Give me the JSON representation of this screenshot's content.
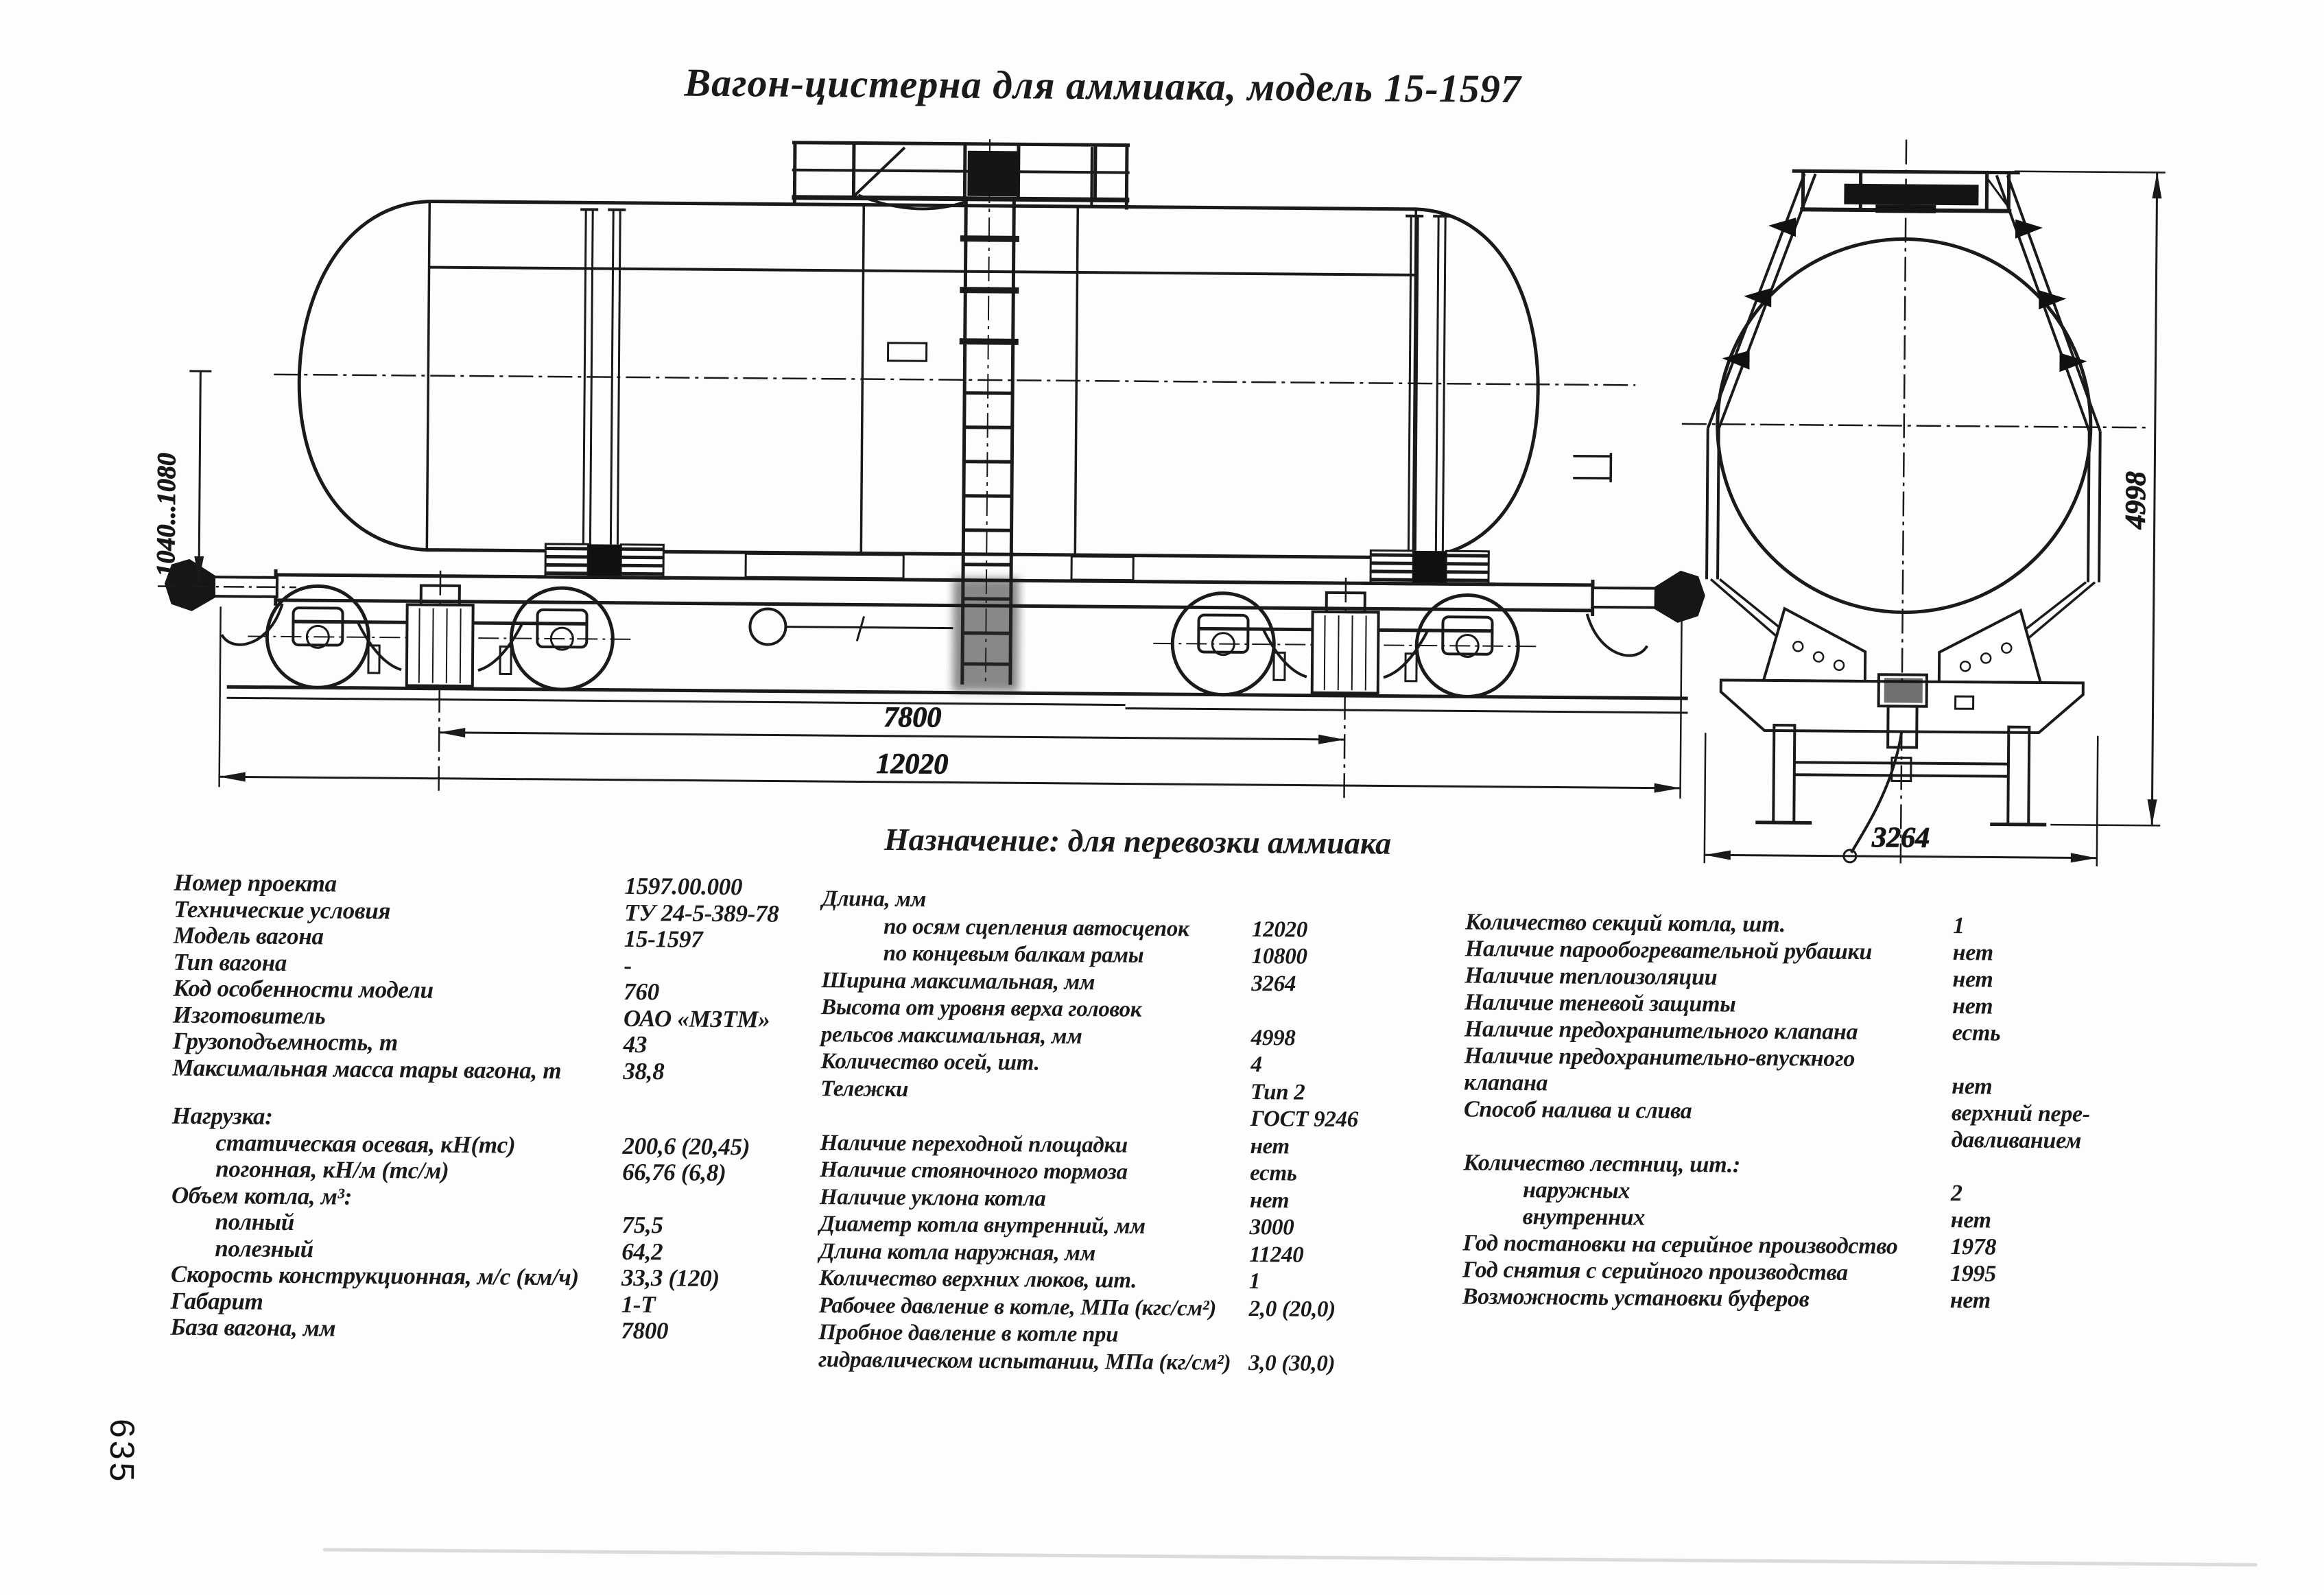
{
  "header": {
    "title": "Вагон-цистерна для аммиака, модель 15-1597"
  },
  "purpose_line": "Назначение: для перевозки аммиака",
  "page_number": "635",
  "drawing": {
    "dims": {
      "bogie_base": "7800",
      "length_over_couplers": "12020",
      "coupler_axis_height": "1040...1080",
      "end_width": "3264",
      "end_height": "4998"
    }
  },
  "specs": {
    "col1": [
      {
        "label": "Номер проекта",
        "value": "1597.00.000",
        "indent": 0
      },
      {
        "label": "Технические условия",
        "value": "ТУ 24-5-389-78",
        "indent": 0
      },
      {
        "label": "Модель вагона",
        "value": "15-1597",
        "indent": 0
      },
      {
        "label": "Тип вагона",
        "value": "-",
        "indent": 0
      },
      {
        "label": "Код особенности модели",
        "value": "760",
        "indent": 0
      },
      {
        "label": "Изготовитель",
        "value": "ОАО «МЗТМ»",
        "indent": 0
      },
      {
        "label": "Грузоподъемность, т",
        "value": "43",
        "indent": 0
      },
      {
        "label": "Максимальная масса тары вагона, т",
        "value": "38,8",
        "indent": 0
      },
      {
        "label": "",
        "value": "",
        "indent": 0,
        "spacer": true
      },
      {
        "label": "Нагрузка:",
        "value": "",
        "indent": 0
      },
      {
        "label": "статическая осевая, кН(тс)",
        "value": "200,6 (20,45)",
        "indent": 1
      },
      {
        "label": "погонная, кН/м (тс/м)",
        "value": "66,76 (6,8)",
        "indent": 1
      },
      {
        "label": "Объем котла, м³:",
        "value": "",
        "indent": 0
      },
      {
        "label": "полный",
        "value": "75,5",
        "indent": 1
      },
      {
        "label": "полезный",
        "value": "64,2",
        "indent": 1
      },
      {
        "label": "Скорость конструкционная, м/с (км/ч)",
        "value": "33,3 (120)",
        "indent": 0
      },
      {
        "label": "Габарит",
        "value": "1-Т",
        "indent": 0
      },
      {
        "label": "База вагона, мм",
        "value": "7800",
        "indent": 0
      }
    ],
    "col2": [
      {
        "label": "Длина, мм",
        "value": "",
        "indent": 0
      },
      {
        "label": "по осям сцепления автосцепок",
        "value": "12020",
        "indent": 1
      },
      {
        "label": "по концевым балкам рамы",
        "value": "10800",
        "indent": 1
      },
      {
        "label": "Ширина максимальная, мм",
        "value": "3264",
        "indent": 0
      },
      {
        "label": "Высота от уровня верха головок",
        "value": "",
        "indent": 0
      },
      {
        "label": "рельсов максимальная, мм",
        "value": "4998",
        "indent": 0
      },
      {
        "label": "Количество осей, шт.",
        "value": "4",
        "indent": 0
      },
      {
        "label": "Тележки",
        "value": "Тип 2",
        "indent": 0
      },
      {
        "label": "",
        "value": "ГОСТ 9246",
        "indent": 0
      },
      {
        "label": "Наличие переходной площадки",
        "value": "нет",
        "indent": 0
      },
      {
        "label": "Наличие стояночного тормоза",
        "value": "есть",
        "indent": 0
      },
      {
        "label": "Наличие уклона котла",
        "value": "нет",
        "indent": 0
      },
      {
        "label": "Диаметр котла внутренний, мм",
        "value": "3000",
        "indent": 0
      },
      {
        "label": "Длина котла наружная, мм",
        "value": "11240",
        "indent": 0
      },
      {
        "label": "Количество верхних люков, шт.",
        "value": "1",
        "indent": 0
      },
      {
        "label": "Рабочее давление в котле, МПа (кгс/см²)",
        "value": "2,0 (20,0)",
        "indent": 0
      },
      {
        "label": "Пробное давление в котле при",
        "value": "",
        "indent": 0
      },
      {
        "label": "гидравлическом испытании, МПа (кг/см²)",
        "value": "3,0 (30,0)",
        "indent": 0
      }
    ],
    "col3": [
      {
        "label": "Количество секций котла, шт.",
        "value": "1",
        "indent": 0
      },
      {
        "label": "Наличие парообогревательной рубашки",
        "value": "нет",
        "indent": 0
      },
      {
        "label": "Наличие теплоизоляции",
        "value": "нет",
        "indent": 0
      },
      {
        "label": "Наличие теневой защиты",
        "value": "нет",
        "indent": 0
      },
      {
        "label": "Наличие предохранительного клапана",
        "value": "есть",
        "indent": 0
      },
      {
        "label": "Наличие предохранительно-впускного",
        "value": "",
        "indent": 0
      },
      {
        "label": "клапана",
        "value": "нет",
        "indent": 0
      },
      {
        "label": "Способ налива и слива",
        "value": "верхний пере-",
        "indent": 0
      },
      {
        "label": "",
        "value": "давливанием",
        "indent": 0
      },
      {
        "label": "Количество лестниц, шт.:",
        "value": "",
        "indent": 0
      },
      {
        "label": "наружных",
        "value": "2",
        "indent": 1
      },
      {
        "label": "внутренних",
        "value": "нет",
        "indent": 1
      },
      {
        "label": "Год постановки на серийное производство",
        "value": "1978",
        "indent": 0
      },
      {
        "label": "Год снятия с серийного производства",
        "value": "1995",
        "indent": 0
      },
      {
        "label": "Возможность установки буферов",
        "value": "нет",
        "indent": 0
      }
    ]
  }
}
